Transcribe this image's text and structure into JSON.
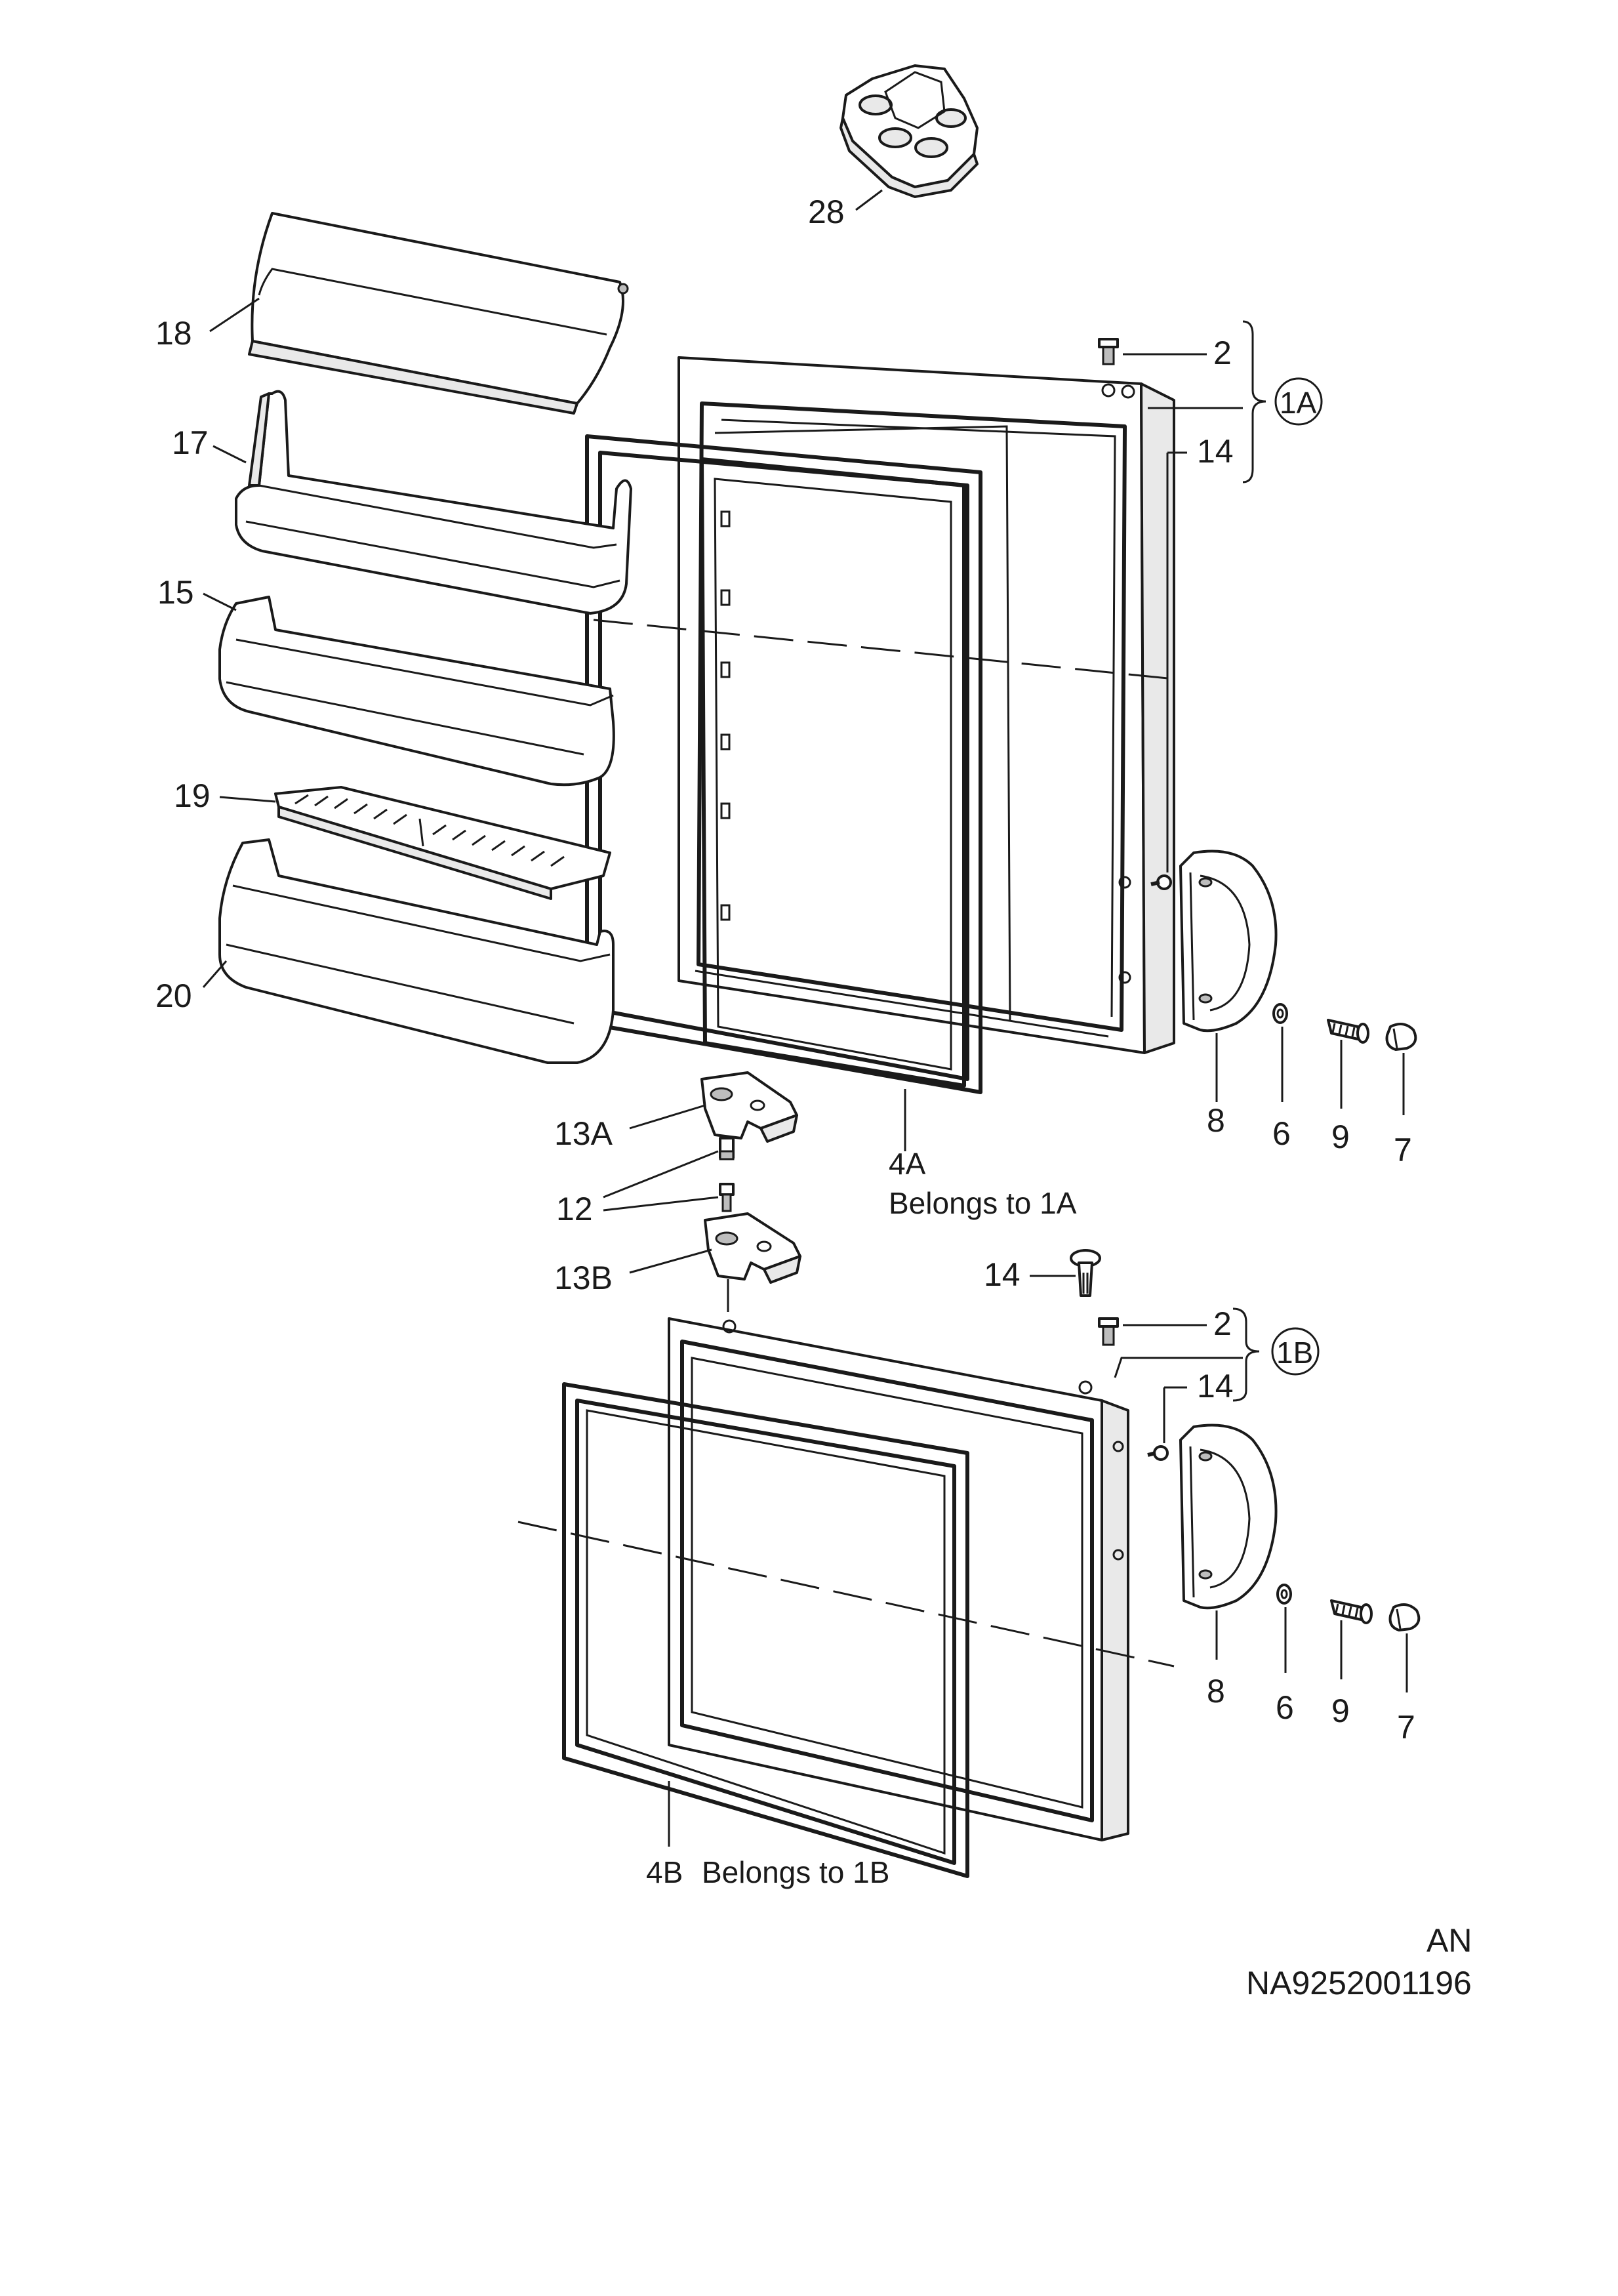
{
  "labels": {
    "p28": "28",
    "p18": "18",
    "p17": "17",
    "p15": "15",
    "p19": "19",
    "p20": "20",
    "p2_top": "2",
    "p1A": "1A",
    "p14_top": "14",
    "p8_top": "8",
    "p6_top": "6",
    "p9_top": "9",
    "p7_top": "7",
    "p13A": "13A",
    "p12": "12",
    "p13B": "13B",
    "p4A": "4A",
    "p4A_note": "Belongs to 1A",
    "p14_mid": "14",
    "p2_bottom": "2",
    "p1B": "1B",
    "p14_bottom": "14",
    "p8_bottom": "8",
    "p6_bottom": "6",
    "p9_bottom": "9",
    "p7_bottom": "7",
    "p4B": "4B",
    "p4B_note": "Belongs to 1B"
  },
  "footer": {
    "line1": "AN",
    "line2": "NA9252001196"
  }
}
